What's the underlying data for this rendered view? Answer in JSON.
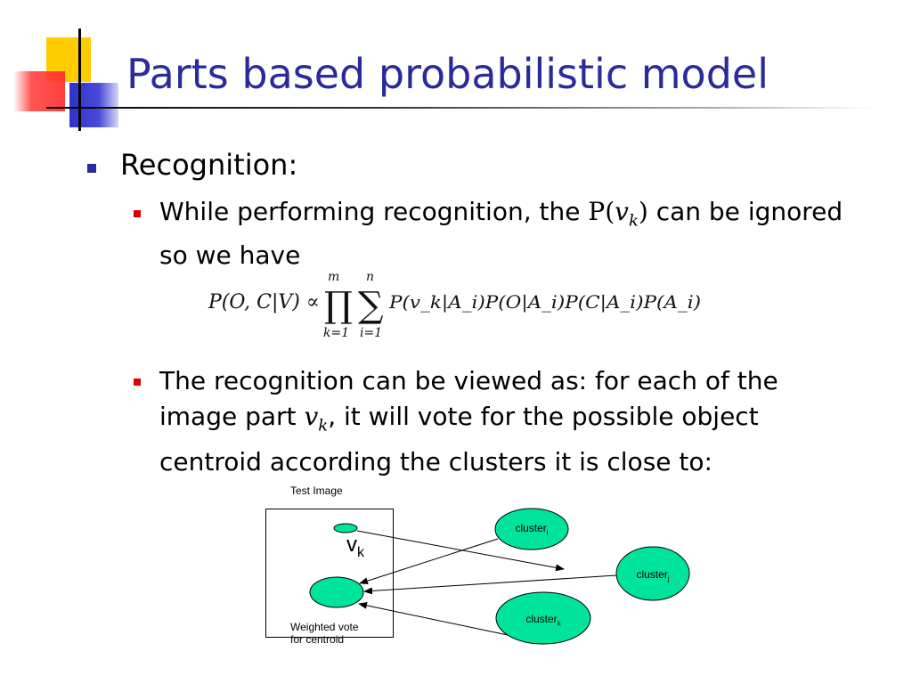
{
  "slide": {
    "title": "Parts based probabilistic model",
    "heading": "Recognition:",
    "bullets": [
      {
        "before": "While performing recognition, the ",
        "math_fn": "P(",
        "math_var": "v",
        "math_sub": "k",
        "math_close": ")",
        "after": " can be ignored so we have"
      },
      {
        "before": "The recognition can be viewed as: for each of the image part ",
        "math_var": "v",
        "math_sub": "k",
        "after": ", it will vote for the possible object centroid according the clusters it is close to:"
      }
    ],
    "equation": {
      "lhs": "P(O, C|V) ∝",
      "prod_upper": "m",
      "prod_lower": "k=1",
      "sum_upper": "n",
      "sum_lower": "i=1",
      "rhs": "P(v_k|A_i)P(O|A_i)P(C|A_i)P(A_i)"
    }
  },
  "diagram": {
    "test_image_label": "Test Image",
    "vk_main": "v",
    "vk_sub": "k",
    "vote_label_line1": "Weighted vote",
    "vote_label_line2": "for centroid",
    "clusters": [
      {
        "base": "cluster",
        "sub": "i"
      },
      {
        "base": "cluster",
        "sub": "j"
      },
      {
        "base": "cluster",
        "sub": "k"
      }
    ],
    "fill_color": "#00e39a"
  }
}
